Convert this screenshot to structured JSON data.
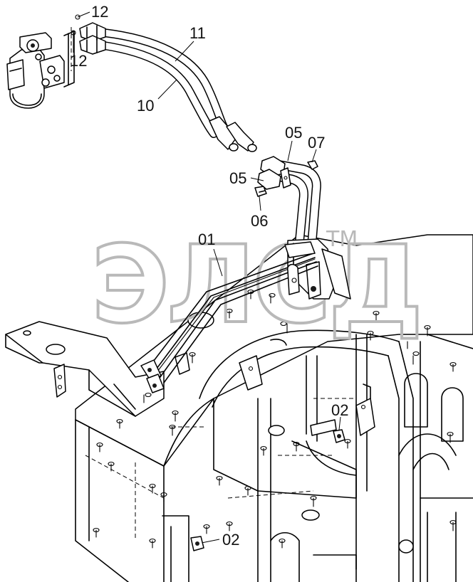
{
  "diagram": {
    "watermark": {
      "text": "ЭЛСД",
      "mark": "TM"
    },
    "callouts": [
      {
        "id": "c12a",
        "label": "12"
      },
      {
        "id": "c12b",
        "label": "12"
      },
      {
        "id": "c11",
        "label": "11"
      },
      {
        "id": "c10",
        "label": "10"
      },
      {
        "id": "c05a",
        "label": "05"
      },
      {
        "id": "c07",
        "label": "07"
      },
      {
        "id": "c05b",
        "label": "05"
      },
      {
        "id": "c06",
        "label": "06"
      },
      {
        "id": "c01",
        "label": "01"
      },
      {
        "id": "c02a",
        "label": "02"
      },
      {
        "id": "c02b",
        "label": "02"
      }
    ]
  }
}
